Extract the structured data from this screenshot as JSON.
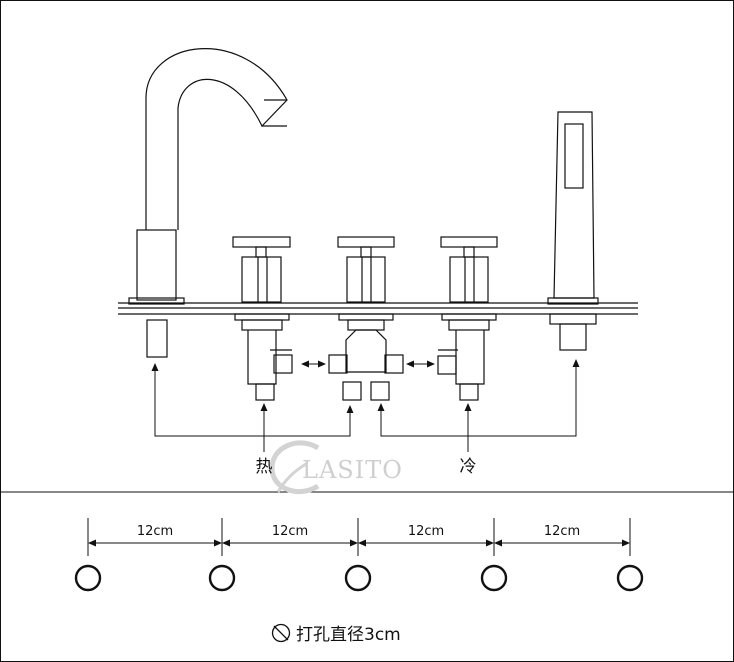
{
  "labels": {
    "hot": "热",
    "cold": "冷",
    "watermark": "LASITO",
    "spacings": [
      "12cm",
      "12cm",
      "12cm",
      "12cm"
    ],
    "hole_note": "打孔直径3cm"
  },
  "icons": {
    "hole_diameter": "diameter-icon",
    "brand": "watermark-logo-icon"
  },
  "colors": {
    "line": "#111111",
    "watermark": "#cfcfcf"
  }
}
